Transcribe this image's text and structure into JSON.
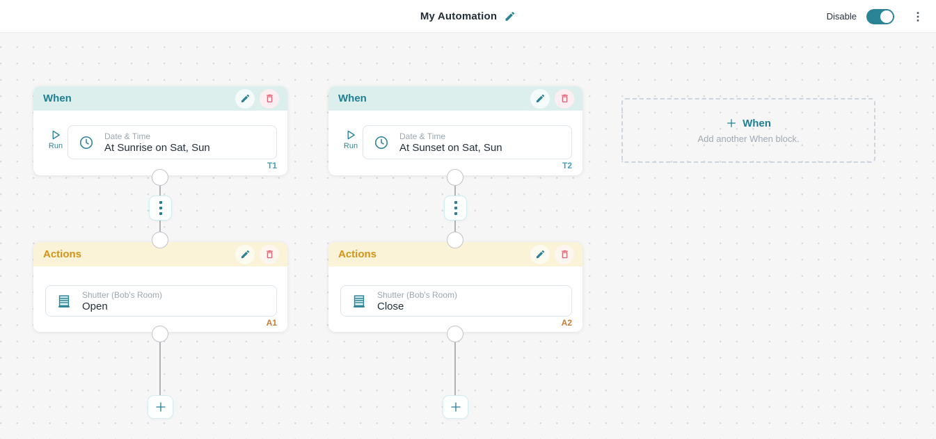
{
  "header": {
    "title": "My Automation",
    "disable_label": "Disable",
    "toggle_state": "on"
  },
  "colors": {
    "accent_teal": "#2b8495",
    "when_header_bg": "#dcefed",
    "when_title": "#1e7f93",
    "actions_header_bg": "#faf3d8",
    "actions_title": "#d39317",
    "danger_red": "#e35d72",
    "trigger_tag": "#4a9fb6",
    "action_tag": "#c87b33",
    "canvas_bg": "#f6f6f7"
  },
  "columns": [
    {
      "when": {
        "title": "When",
        "run_label": "Run",
        "card": {
          "type_label": "Date & Time",
          "value": "At Sunrise on Sat, Sun",
          "tag": "T1"
        }
      },
      "actions": {
        "title": "Actions",
        "card": {
          "device_label": "Shutter (Bob's Room)",
          "value": "Open",
          "tag": "A1"
        }
      }
    },
    {
      "when": {
        "title": "When",
        "run_label": "Run",
        "card": {
          "type_label": "Date & Time",
          "value": "At Sunset on Sat, Sun",
          "tag": "T2"
        }
      },
      "actions": {
        "title": "Actions",
        "card": {
          "device_label": "Shutter (Bob's Room)",
          "value": "Close",
          "tag": "A2"
        }
      }
    }
  ],
  "add_when": {
    "label": "When",
    "hint": "Add another When block."
  }
}
